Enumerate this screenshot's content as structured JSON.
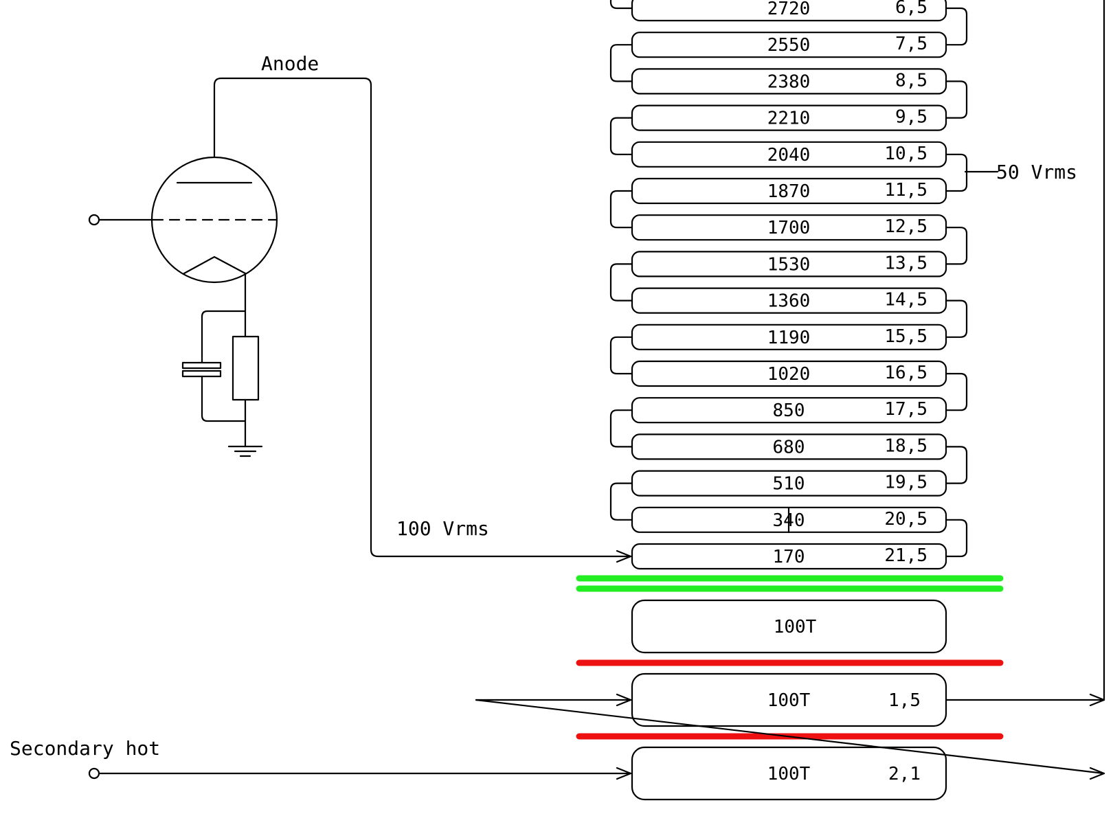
{
  "labels": {
    "anode": "Anode",
    "drive_voltage": "100 Vrms",
    "tap_voltage": "50 Vrms",
    "secondary_hot": "Secondary hot"
  },
  "winding_stack": [
    {
      "turns": "2720",
      "value": "6,5"
    },
    {
      "turns": "2550",
      "value": "7,5"
    },
    {
      "turns": "2380",
      "value": "8,5"
    },
    {
      "turns": "2210",
      "value": "9,5"
    },
    {
      "turns": "2040",
      "value": "10,5"
    },
    {
      "turns": "1870",
      "value": "11,5"
    },
    {
      "turns": "1700",
      "value": "12,5"
    },
    {
      "turns": "1530",
      "value": "13,5"
    },
    {
      "turns": "1360",
      "value": "14,5"
    },
    {
      "turns": "1190",
      "value": "15,5"
    },
    {
      "turns": "1020",
      "value": "16,5"
    },
    {
      "turns": "850",
      "value": "17,5"
    },
    {
      "turns": "680",
      "value": "18,5"
    },
    {
      "turns": "510",
      "value": "19,5"
    },
    {
      "turns": "340",
      "value": "20,5"
    },
    {
      "turns": "170",
      "value": "21,5"
    }
  ],
  "secondary_windings": [
    {
      "turns": "100T",
      "value": ""
    },
    {
      "turns": "100T",
      "value": "1,5"
    },
    {
      "turns": "100T",
      "value": "2,1"
    }
  ],
  "colors": {
    "line": "#000000",
    "shield_green": "#22ee22",
    "insulation_red": "#ee1111"
  }
}
